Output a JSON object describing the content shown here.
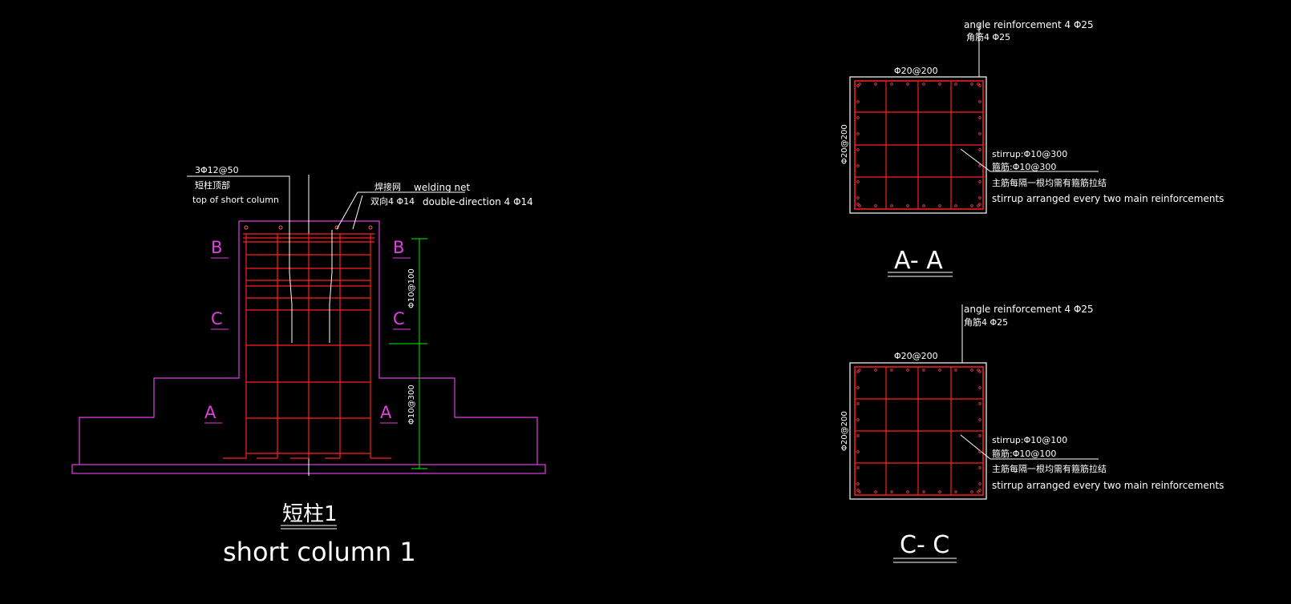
{
  "elevation": {
    "title_cn": "短柱1",
    "title_en": "short column 1",
    "top_rebar": {
      "spec": "3Φ12@50",
      "cn": "短柱顶部",
      "en": "top of short column"
    },
    "welding_net": {
      "cn_1": "焊接网",
      "cn_2": "双向4 Φ14",
      "en_1": "welding net",
      "en_2": "double-direction 4 Φ14"
    },
    "section_marks": {
      "B": "B",
      "C": "C",
      "A": "A"
    },
    "stirrup_upper": "Φ10@100",
    "stirrup_lower": "Φ10@300"
  },
  "section_aa": {
    "title": "A- A",
    "angle_en": "angle reinforcement 4 Φ25",
    "angle_cn": "角筋4 Φ25",
    "top_dim": "Φ20@200",
    "side_dim": "Φ20@200",
    "stirrup_en": "stirrup:Φ10@300",
    "stirrup_cn": "箍筋:Φ10@300",
    "note_cn": "主筋每隔一根均需有箍筋拉结",
    "note_en": "stirrup arranged every two main reinforcements"
  },
  "section_cc": {
    "title": "C- C",
    "angle_en": "angle reinforcement 4 Φ25",
    "angle_cn": "角筋4 Φ25",
    "top_dim": "Φ20@200",
    "side_dim": "Φ20@200",
    "stirrup_en": "stirrup:Φ10@100",
    "stirrup_cn": "箍筋:Φ10@100",
    "note_cn": "主筋每隔一根均需有箍筋拉结",
    "note_en": "stirrup arranged every two main reinforcements"
  },
  "colors": {
    "background": "#000000",
    "rebar": "#ff2020",
    "outline": "#e040e0",
    "dimension": "#00c800",
    "text": "#ffffff"
  }
}
